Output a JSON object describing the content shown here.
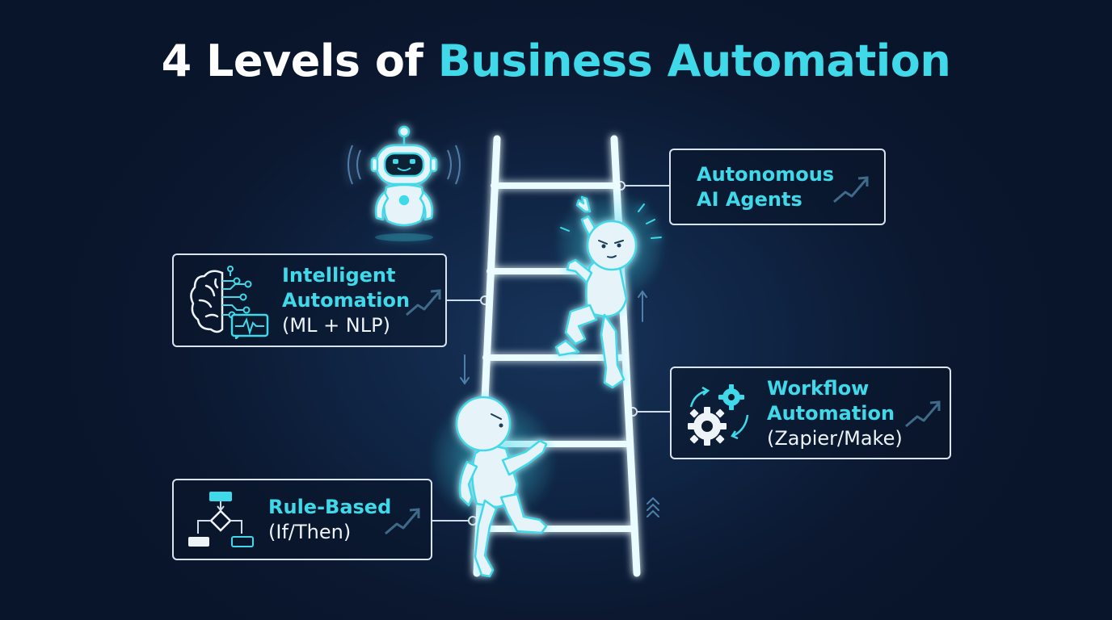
{
  "title": {
    "part1": "4 Levels of ",
    "part2": "Business Automation"
  },
  "levels": [
    {
      "line1": "Rule-Based",
      "line2": "(If/Then)"
    },
    {
      "line1": "Workflow",
      "line2": "Automation",
      "line3": "(Zapier/Make)"
    },
    {
      "line1": "Intelligent",
      "line2": "Automation",
      "line3": "(ML + NLP)"
    },
    {
      "line1": "Autonomous",
      "line2": "AI Agents"
    }
  ],
  "colors": {
    "background": "#0c1a30",
    "accent": "#3fd9ea",
    "text": "#ffffff",
    "card_border": "#d9e4ee",
    "figure_fill": "#e6f4fa"
  },
  "icons": [
    "flowchart-icon",
    "gears-icon",
    "brain-circuit-icon",
    "robot-icon",
    "trend-arrow-icon",
    "climbing-person-icon",
    "ladder-icon"
  ]
}
